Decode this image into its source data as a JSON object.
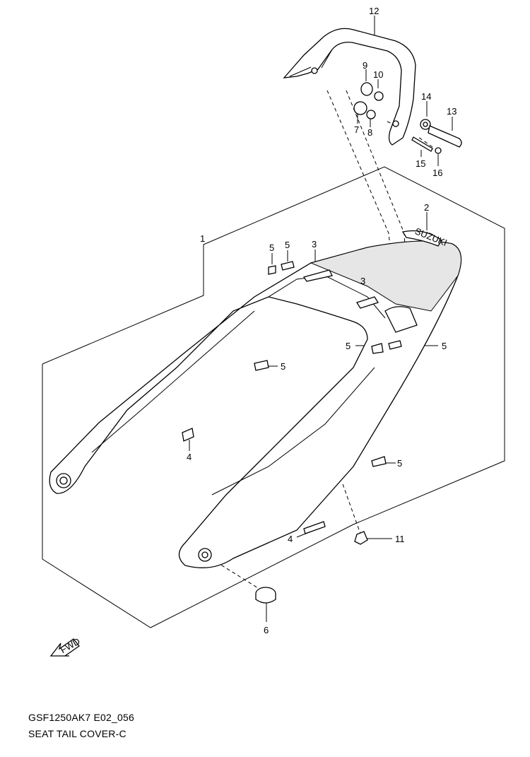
{
  "diagram": {
    "callouts": [
      {
        "id": "c1",
        "text": "1"
      },
      {
        "id": "c2",
        "text": "2"
      },
      {
        "id": "c3a",
        "text": "3"
      },
      {
        "id": "c3b",
        "text": "3"
      },
      {
        "id": "c4a",
        "text": "4"
      },
      {
        "id": "c4b",
        "text": "4"
      },
      {
        "id": "c5a",
        "text": "5"
      },
      {
        "id": "c5b",
        "text": "5"
      },
      {
        "id": "c5c",
        "text": "5"
      },
      {
        "id": "c5d",
        "text": "5"
      },
      {
        "id": "c5e",
        "text": "5"
      },
      {
        "id": "c5f",
        "text": "5"
      },
      {
        "id": "c6",
        "text": "6"
      },
      {
        "id": "c7",
        "text": "7"
      },
      {
        "id": "c8",
        "text": "8"
      },
      {
        "id": "c9",
        "text": "9"
      },
      {
        "id": "c10",
        "text": "10"
      },
      {
        "id": "c11",
        "text": "11"
      },
      {
        "id": "c12",
        "text": "12"
      },
      {
        "id": "c13",
        "text": "13"
      },
      {
        "id": "c14",
        "text": "14"
      },
      {
        "id": "c15",
        "text": "15"
      },
      {
        "id": "c16",
        "text": "16"
      }
    ],
    "fwd_label": "FWD",
    "decal_text": "SUZUKI"
  },
  "caption": {
    "code": "GSF1250AK7 E02_056",
    "title": "SEAT TAIL COVER-C"
  }
}
